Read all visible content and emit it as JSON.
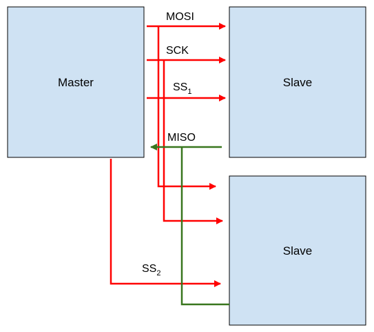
{
  "colors": {
    "box_fill": "#cfe2f3",
    "box_stroke": "#000000",
    "signal_red": "#ff0000",
    "signal_green": "#38761d"
  },
  "boxes": {
    "master": "Master",
    "slave_1": "Slave",
    "slave_2": "Slave"
  },
  "signals": {
    "mosi": "MOSI",
    "sck": "SCK",
    "ss1": {
      "base": "SS",
      "sub": "1"
    },
    "miso": "MISO",
    "ss2": {
      "base": "SS",
      "sub": "2"
    }
  }
}
